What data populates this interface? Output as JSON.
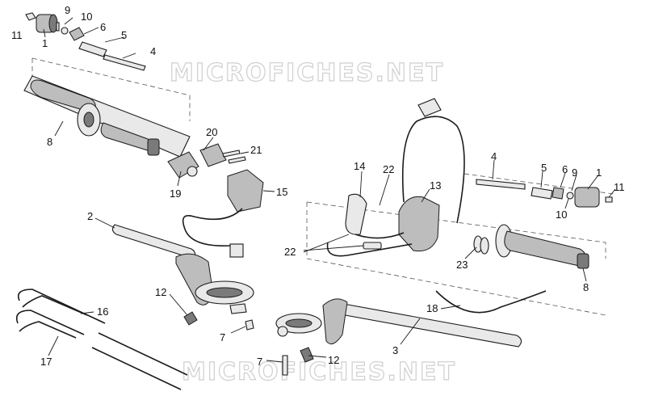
{
  "watermark": "MICROFICHES.NET",
  "callouts": [
    {
      "id": "c11a",
      "text": "11"
    },
    {
      "id": "c9a",
      "text": "9"
    },
    {
      "id": "c10a",
      "text": "10"
    },
    {
      "id": "c1a",
      "text": "1"
    },
    {
      "id": "c6a",
      "text": "6"
    },
    {
      "id": "c5a",
      "text": "5"
    },
    {
      "id": "c4a",
      "text": "4"
    },
    {
      "id": "c8a",
      "text": "8"
    },
    {
      "id": "c20",
      "text": "20"
    },
    {
      "id": "c21",
      "text": "21"
    },
    {
      "id": "c19",
      "text": "19"
    },
    {
      "id": "c15",
      "text": "15"
    },
    {
      "id": "c2",
      "text": "2"
    },
    {
      "id": "c14",
      "text": "14"
    },
    {
      "id": "c22a",
      "text": "22"
    },
    {
      "id": "c13",
      "text": "13"
    },
    {
      "id": "c22b",
      "text": "22"
    },
    {
      "id": "c4b",
      "text": "4"
    },
    {
      "id": "c5b",
      "text": "5"
    },
    {
      "id": "c6b",
      "text": "6"
    },
    {
      "id": "c9b",
      "text": "9"
    },
    {
      "id": "c1b",
      "text": "1"
    },
    {
      "id": "c11b",
      "text": "11"
    },
    {
      "id": "c10b",
      "text": "10"
    },
    {
      "id": "c23",
      "text": "23"
    },
    {
      "id": "c8b",
      "text": "8"
    },
    {
      "id": "c12a",
      "text": "12"
    },
    {
      "id": "c16",
      "text": "16"
    },
    {
      "id": "c7a",
      "text": "7"
    },
    {
      "id": "c18",
      "text": "18"
    },
    {
      "id": "c3",
      "text": "3"
    },
    {
      "id": "c17",
      "text": "17"
    },
    {
      "id": "c7b",
      "text": "7"
    },
    {
      "id": "c12b",
      "text": "12"
    }
  ]
}
